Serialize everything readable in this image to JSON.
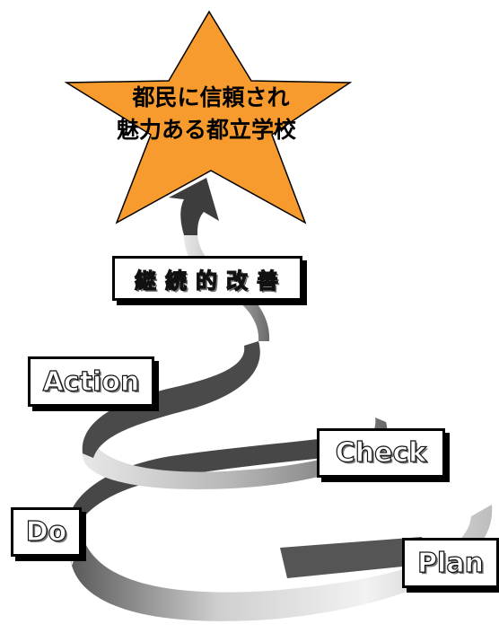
{
  "goal": {
    "line1": "都民に信頼され",
    "line2": "魅力ある都立学校",
    "star_color": "#F79B2E"
  },
  "labels": {
    "kaizen": "継続的改善",
    "action": "Action",
    "check": "Check",
    "do": "Do",
    "plan": "Plan"
  }
}
